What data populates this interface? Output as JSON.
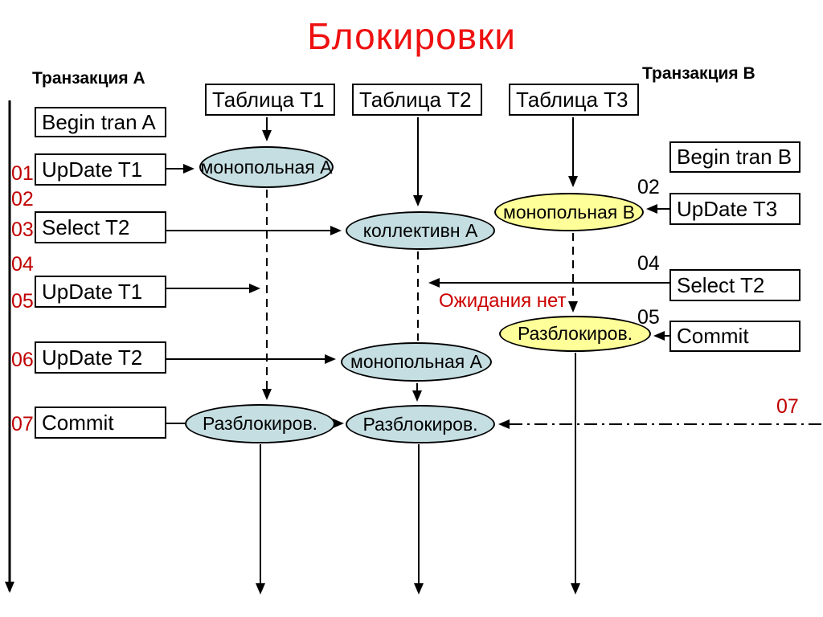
{
  "title": "Блокировки",
  "headers": {
    "transaction_a": "Транзакция A",
    "transaction_b": "Транзакция B"
  },
  "tables": {
    "t1": "Таблица T1",
    "t2": "Таблица T2",
    "t3": "Таблица T3"
  },
  "transaction_a_steps": {
    "begin": "Begin tran A",
    "update_t1_first": "UpDate T1",
    "select_t2": "Select T2",
    "update_t1_second": "UpDate T1",
    "update_t2": "UpDate T2",
    "commit": "Commit"
  },
  "transaction_b_steps": {
    "begin": "Begin tran B",
    "update_t3": "UpDate T3",
    "select_t2": "Select T2",
    "commit": "Commit"
  },
  "locks": {
    "exclusive_a_t1": "монопольная A",
    "shared_a_t2": "коллективн A",
    "exclusive_b_t3": "монопольная B",
    "exclusive_a_t2": "монопольная A",
    "unlock_t1": "Разблокиров.",
    "unlock_t2": "Разблокиров.",
    "unlock_t3": "Разблокиров."
  },
  "timeline_a": {
    "n01": "01",
    "n02": "02",
    "n03": "03",
    "n04": "04",
    "n05": "05",
    "n06": "06",
    "n07": "07"
  },
  "timeline_b": {
    "n02": "02",
    "n04": "04",
    "n05": "05",
    "n07": "07"
  },
  "note_no_wait": "Ожидания нет",
  "colors": {
    "title_red": "#ee1111",
    "timeline_number_red": "#c00000",
    "note_red": "#cc0000",
    "lock_blue": "#c5dee2",
    "lock_yellow": "#ffff99"
  }
}
